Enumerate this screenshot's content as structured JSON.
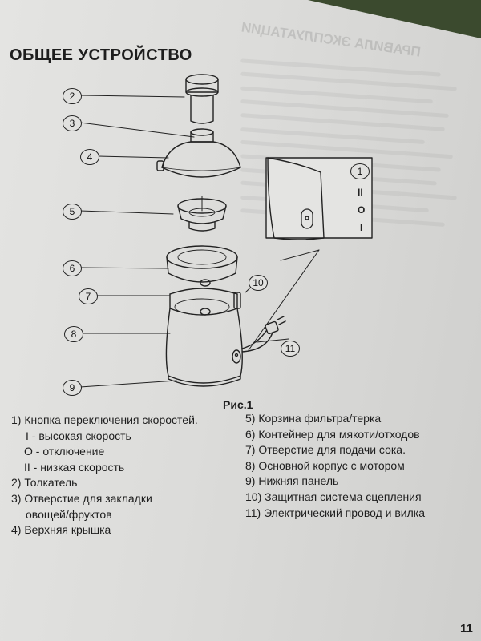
{
  "heading": "ОБЩЕЕ УСТРОЙСТВО",
  "figure": {
    "caption": "Рис.1",
    "callouts": [
      "1",
      "2",
      "3",
      "4",
      "5",
      "6",
      "7",
      "8",
      "9",
      "10",
      "11"
    ],
    "switch_labels": [
      "II",
      "O",
      "I"
    ]
  },
  "legend_left": [
    "1) Кнопка переключения скоростей.",
    "I - высокая скорость",
    "O - отключение",
    "II - низкая скорость",
    "2) Толкатель",
    "3) Отверстие для закладки",
    "овощей/фруктов",
    "4) Верхняя крышка"
  ],
  "legend_right": [
    "5) Корзина фильтра/терка",
    "6) Контейнер для мякоти/отходов",
    "7) Отверстие для подачи сока.",
    "8) Основной корпус с мотором",
    "9) Нижняя панель",
    "10) Защитная система сцепления",
    "11) Электрический провод и вилка"
  ],
  "background_text": "ПРАВИЛА ЭКСПЛУАТАЦИИ",
  "page_number": "11"
}
